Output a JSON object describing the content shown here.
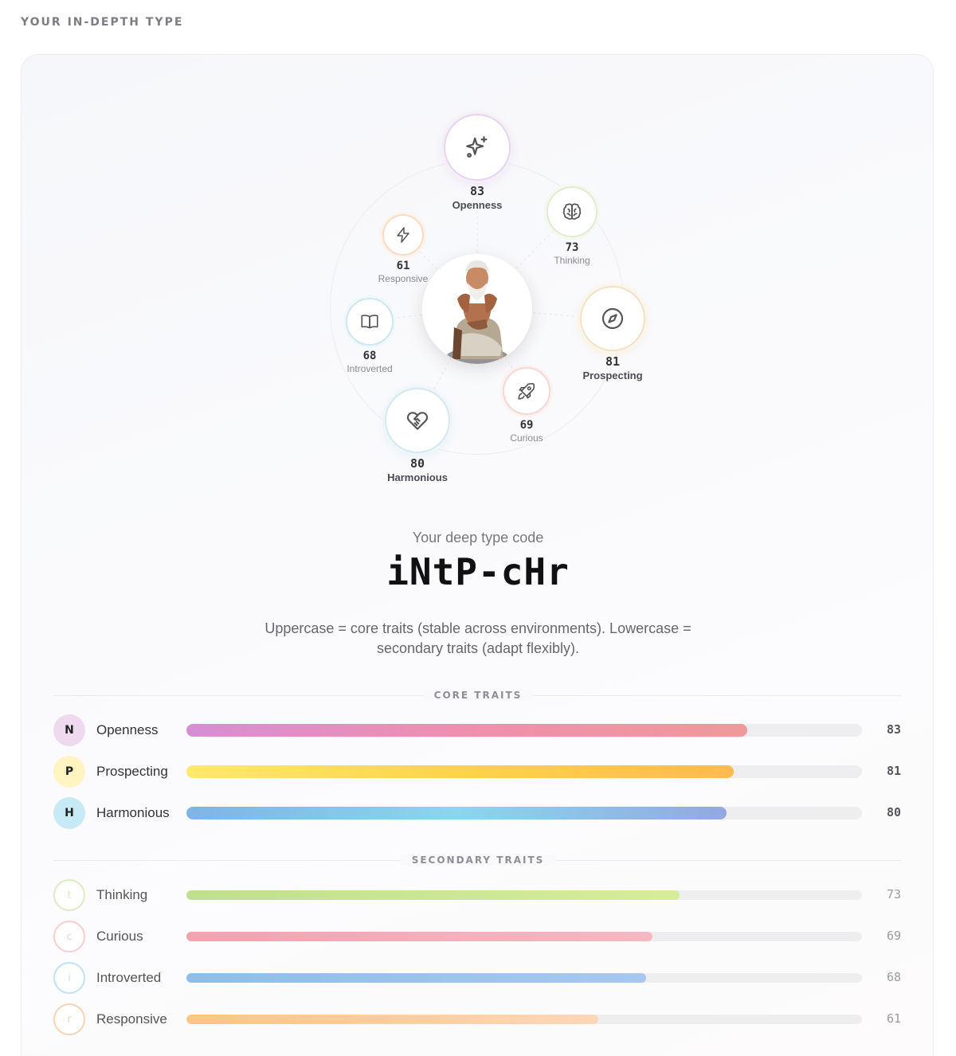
{
  "header": {
    "title": "YOUR IN-DEPTH TYPE"
  },
  "diagram": {
    "center": {
      "avatar": "thinker-figure-portrait"
    },
    "nodes": [
      {
        "id": "openness",
        "icon": "sparkles-icon",
        "score": "83",
        "label": "Openness",
        "color": "#c9a7e6"
      },
      {
        "id": "thinking",
        "icon": "brain-icon",
        "score": "73",
        "label": "Thinking",
        "color": "#cfe3b3"
      },
      {
        "id": "prospecting",
        "icon": "compass-icon",
        "score": "81",
        "label": "Prospecting",
        "color": "#f3d27a"
      },
      {
        "id": "curious",
        "icon": "rocket-icon",
        "score": "69",
        "label": "Curious",
        "color": "#f3b8b8"
      },
      {
        "id": "harmonious",
        "icon": "handshake-heart-icon",
        "score": "80",
        "label": "Harmonious",
        "color": "#9fd6ee"
      },
      {
        "id": "introverted",
        "icon": "book-open-icon",
        "score": "68",
        "label": "Introverted",
        "color": "#a7dcef"
      },
      {
        "id": "responsive",
        "icon": "lightning-icon",
        "score": "61",
        "label": "Responsive",
        "color": "#f6c79b"
      }
    ]
  },
  "code": {
    "caption": "Your deep type code",
    "value": "iNtP-cHr",
    "note": "Uppercase = core traits (stable across environments). Lowercase = secondary traits (adapt flexibly)."
  },
  "core": {
    "title": "CORE TRAITS",
    "items": [
      {
        "letter": "N",
        "name": "Openness",
        "value": "83",
        "pct": 83,
        "badge": "#efd9ef",
        "grad": [
          "#d58fd5",
          "#ef8fae",
          "#ee9a9a"
        ]
      },
      {
        "letter": "P",
        "name": "Prospecting",
        "value": "81",
        "pct": 81,
        "badge": "#fff4c2",
        "grad": [
          "#ffe86e",
          "#ffd34a",
          "#ffba52"
        ]
      },
      {
        "letter": "H",
        "name": "Harmonious",
        "value": "80",
        "pct": 80,
        "badge": "#c8eaf6",
        "grad": [
          "#7fb3e6",
          "#8ad6ec",
          "#93a8e0"
        ]
      }
    ]
  },
  "secondary": {
    "title": "SECONDARY TRAITS",
    "items": [
      {
        "letter": "t",
        "name": "Thinking",
        "value": "73",
        "pct": 73,
        "badge": "#dfeac6",
        "grad": [
          "#bfe08f",
          "#d7ec9b"
        ]
      },
      {
        "letter": "c",
        "name": "Curious",
        "value": "69",
        "pct": 69,
        "badge": "#f7cfcf",
        "grad": [
          "#f2a3b0",
          "#f5b8c2"
        ]
      },
      {
        "letter": "i",
        "name": "Introverted",
        "value": "68",
        "pct": 68,
        "badge": "#bfe3f2",
        "grad": [
          "#8dbfe8",
          "#a7c7f0"
        ]
      },
      {
        "letter": "r",
        "name": "Responsive",
        "value": "61",
        "pct": 61,
        "badge": "#f8d2b4",
        "grad": [
          "#ffc585",
          "#ffd6b8"
        ]
      }
    ]
  }
}
